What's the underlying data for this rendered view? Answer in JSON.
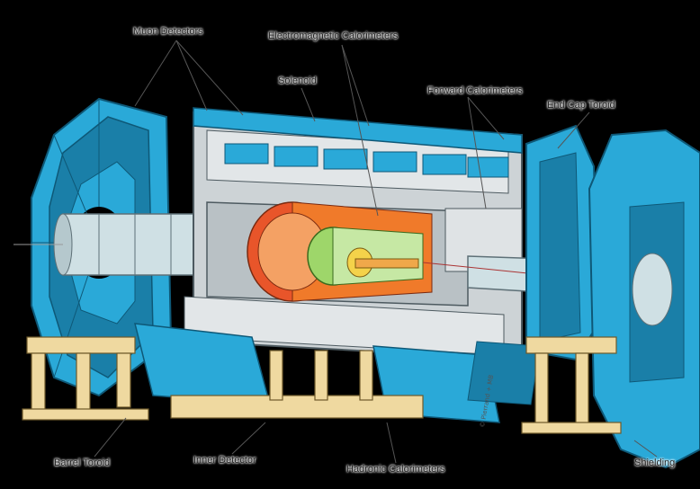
{
  "labels": {
    "muon_detectors": "Muon Detectors",
    "electromagnetic_calorimeters": "Electromagnetic Calorimeters",
    "solenoid": "Solenoid",
    "forward_calorimeters": "Forward Calorimeters",
    "end_cap_toroid": "End Cap Toroid",
    "barrel_toroid": "Barrel Toroid",
    "inner_detector": "Inner Detector",
    "hadronic_calorimeters": "Hadronic Calorimeters",
    "shielding": "Shielding"
  },
  "credit": "© Pierrand + MB",
  "colors": {
    "background": "#000000",
    "muon_chamber": "#2aa9d8",
    "muon_chamber_dark": "#1a7fa8",
    "structure_grey": "#cdd3d6",
    "solenoid_red": "#e8552a",
    "calorimeter_orange": "#f07a2a",
    "inner_detector_green": "#9ed66a",
    "support_feet": "#efd9a0"
  }
}
